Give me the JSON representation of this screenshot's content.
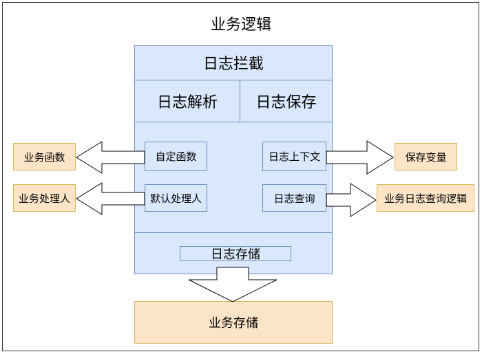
{
  "title": "业务逻辑",
  "core": {
    "header": "日志拦截",
    "parse": "日志解析",
    "save": "日志保存",
    "custom_func": "自定函数",
    "default_handler": "默认处理人",
    "context": "日志上下文",
    "query": "日志查询",
    "storage": "日志存储"
  },
  "outputs": {
    "biz_func": "业务函数",
    "biz_handler": "业务处理人",
    "save_var": "保存变量",
    "biz_query_logic": "业务日志查询逻辑",
    "biz_storage": "业务存储"
  },
  "colors": {
    "core_fill": "#dae8fc",
    "core_stroke": "#6c8ebf",
    "output_fill": "#fce5c7",
    "output_stroke": "#d6b656"
  }
}
